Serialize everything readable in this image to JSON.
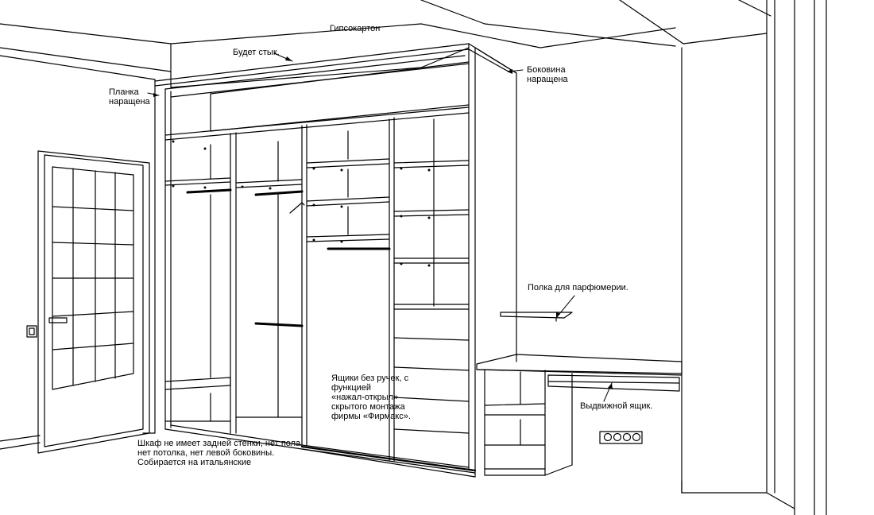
{
  "annotations": {
    "drywall": "Гипсокартон",
    "joint": "Будет стык.",
    "strip": [
      "Планка",
      "наращена"
    ],
    "side_panel": [
      "Боковина",
      "наращена"
    ],
    "perfume_shelf": "Полка для парфюмерии.",
    "drawers": [
      "Ящики без ручек, с",
      "функцией",
      "«нажал-открыл»",
      "скрытого монтажа",
      "фирмы «Фирмакс»."
    ],
    "pullout_drawer": "Выдвижной ящик.",
    "note": [
      "Шкаф не имеет задней стенки, нет пола,",
      "нет потолка, нет левой боковины.",
      "Собирается на итальянские"
    ]
  }
}
